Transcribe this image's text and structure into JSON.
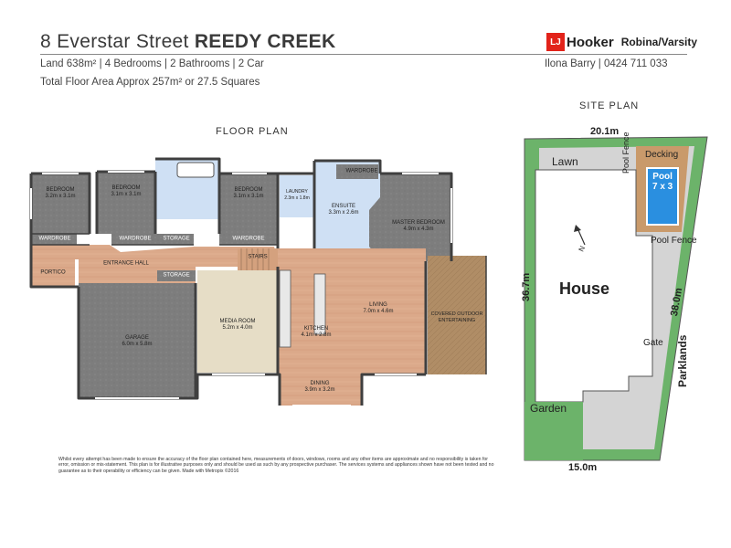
{
  "header": {
    "address": "8 Everstar Street",
    "suburb": "REEDY CREEK",
    "details_line1": "Land 638m² | 4 Bedrooms | 2 Bathrooms | 2 Car",
    "details_line2": "Total Floor Area Approx 257m² or 27.5 Squares",
    "agency_mark": "LJ",
    "agency_name": "Hooker",
    "office": "Robina/Varsity",
    "agent": "Ilona Barry | 0424 711 033"
  },
  "floor_plan": {
    "title": "FLOOR PLAN",
    "rooms": [
      {
        "name": "BEDROOM",
        "dims": "3.2m x 3.1m"
      },
      {
        "name": "BEDROOM",
        "dims": "3.1m x 3.1m"
      },
      {
        "name": "BEDROOM",
        "dims": "3.1m x 3.1m"
      },
      {
        "name": "LAUNDRY",
        "dims": "2.3m x 1.8m"
      },
      {
        "name": "ENSUITE",
        "dims": "3.3m x 2.6m"
      },
      {
        "name": "MASTER BEDROOM",
        "dims": "4.9m x 4.3m"
      },
      {
        "name": "GARAGE",
        "dims": "6.0m x 5.8m"
      },
      {
        "name": "MEDIA ROOM",
        "dims": "5.2m x 4.0m"
      },
      {
        "name": "KITCHEN",
        "dims": "4.1m x 2.8m"
      },
      {
        "name": "LIVING",
        "dims": "7.0m x 4.6m"
      },
      {
        "name": "DINING",
        "dims": "3.9m x 3.2m"
      },
      {
        "name": "COVERED OUTDOOR",
        "dims": "ENTERTAINING"
      }
    ],
    "labels": {
      "wardrobe": "WARDROBE",
      "storage": "STORAGE",
      "portico": "PORTICO",
      "entrance_hall": "ENTRANCE HALL",
      "stairs": "STAIRS"
    }
  },
  "site_plan": {
    "title": "SITE PLAN",
    "top_dim": "20.1m",
    "bottom_dim": "15.0m",
    "left_dim": "36.7m",
    "right_dim": "38.0m",
    "house": "House",
    "lawn": "Lawn",
    "garden": "Garden",
    "decking": "Decking",
    "pool_fence": "Pool Fence",
    "pool_fence_top": "Pool Fence",
    "pool": "Pool",
    "pool_size": "7 x 3",
    "gate": "Gate",
    "street": "Parklands",
    "north": "N"
  },
  "disclaimer": "Whilst every attempt has been made to ensure the accuracy of the floor plan contained here, measurements of doors, windows, rooms and any other items are approximate and no responsibility is taken for error, omission or mis-statement. This plan is for illustrative purposes only and should be used as such by any prospective purchaser. The services systems and appliances shown have not been tested and no guarantee as to their operability or efficiency can be given. Made with Metropix ©2016",
  "colors": {
    "carpet_grey": "#7d7d7d",
    "wood": "#d9a98a",
    "tile": "#e6ddc6",
    "wet_area": "#cfe0f4",
    "deck": "#bf9a6c",
    "outdoor": "#b08d66",
    "lawn": "#6cb36a",
    "pool": "#2a8fe0",
    "site_house": "#ffffff",
    "site_yard": "#d4d4d4",
    "accent_red": "#e2231a"
  }
}
